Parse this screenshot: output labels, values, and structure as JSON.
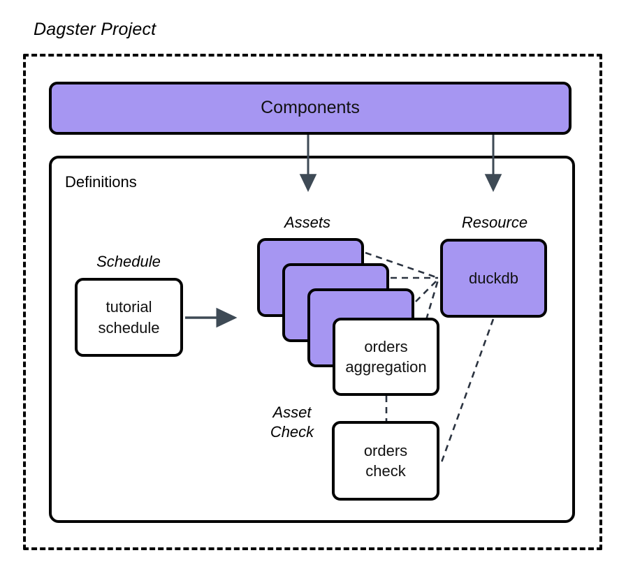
{
  "diagram": {
    "title": "Dagster Project",
    "accent_purple": "#A696F2",
    "stroke_color": "#000000",
    "arrow_color": "#3E4A55",
    "background": "#ffffff"
  },
  "components": {
    "label": "Components"
  },
  "definitions": {
    "label": "Definitions"
  },
  "labels": {
    "assets": "Assets",
    "resource": "Resource",
    "schedule": "Schedule",
    "asset_check_line1": "Asset",
    "asset_check_line2": "Check"
  },
  "nodes": {
    "schedule": {
      "line1": "tutorial",
      "line2": "schedule"
    },
    "asset_stack": [
      {
        "label": ""
      },
      {
        "label": ""
      },
      {
        "label": ""
      }
    ],
    "orders_aggregation": {
      "line1": "orders",
      "line2": "aggregation"
    },
    "duckdb": {
      "label": "duckdb"
    },
    "orders_check": {
      "line1": "orders",
      "line2": "check"
    }
  },
  "edges": [
    {
      "from": "components",
      "to": "assets",
      "style": "solid-arrow"
    },
    {
      "from": "components",
      "to": "resource",
      "style": "solid-arrow"
    },
    {
      "from": "tutorial-schedule",
      "to": "assets",
      "style": "solid-arrow"
    },
    {
      "from": "asset-1",
      "to": "duckdb",
      "style": "dashed"
    },
    {
      "from": "asset-2",
      "to": "duckdb",
      "style": "dashed"
    },
    {
      "from": "asset-3",
      "to": "duckdb",
      "style": "dashed"
    },
    {
      "from": "orders-aggregation",
      "to": "duckdb",
      "style": "dashed"
    },
    {
      "from": "orders-aggregation",
      "to": "orders-check",
      "style": "dashed"
    },
    {
      "from": "duckdb",
      "to": "orders-check",
      "style": "dashed"
    }
  ]
}
